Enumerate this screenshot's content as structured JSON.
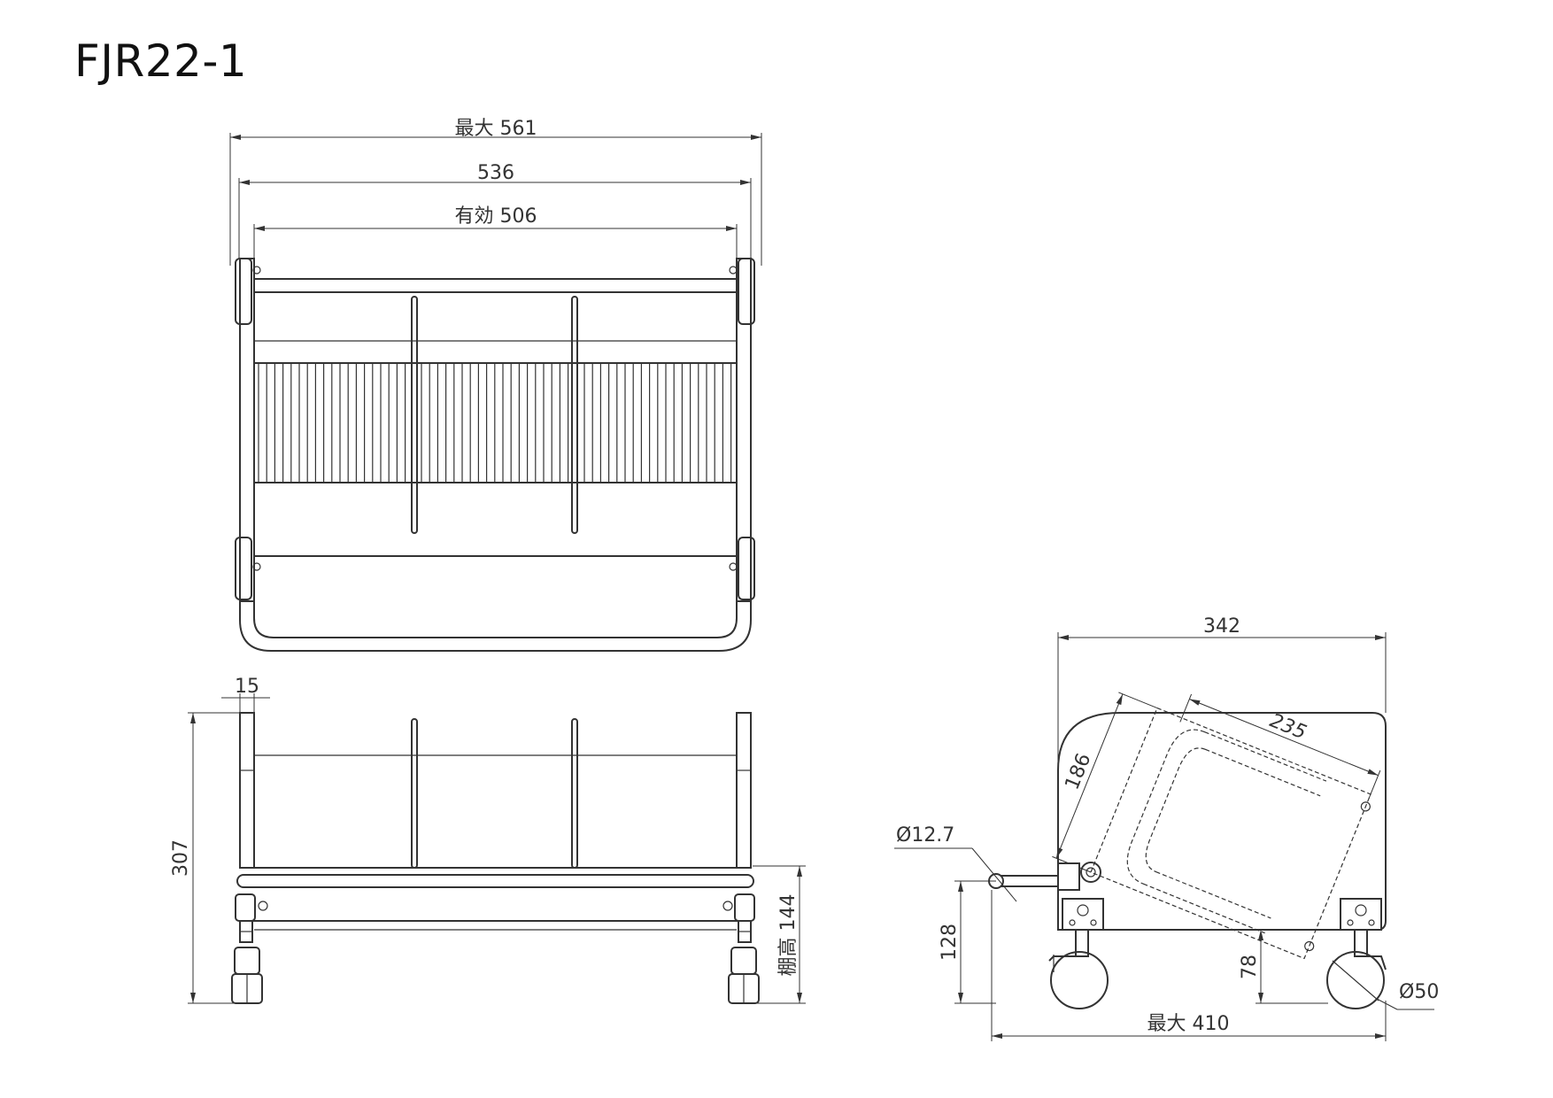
{
  "title": "FJR22-1",
  "front_view": {
    "max_width": "最大 561",
    "width": "536",
    "effective_width": "有効 506"
  },
  "rear_view": {
    "frame_thickness": "15",
    "height": "307",
    "shelf_height": "棚高 144"
  },
  "side_view": {
    "depth": "342",
    "tray_depth": "235",
    "tray_height": "186",
    "handle_diameter": "Ø12.7",
    "handle_height": "128",
    "base_height": "78",
    "caster_diameter": "Ø50",
    "max_depth": "最大 410"
  }
}
